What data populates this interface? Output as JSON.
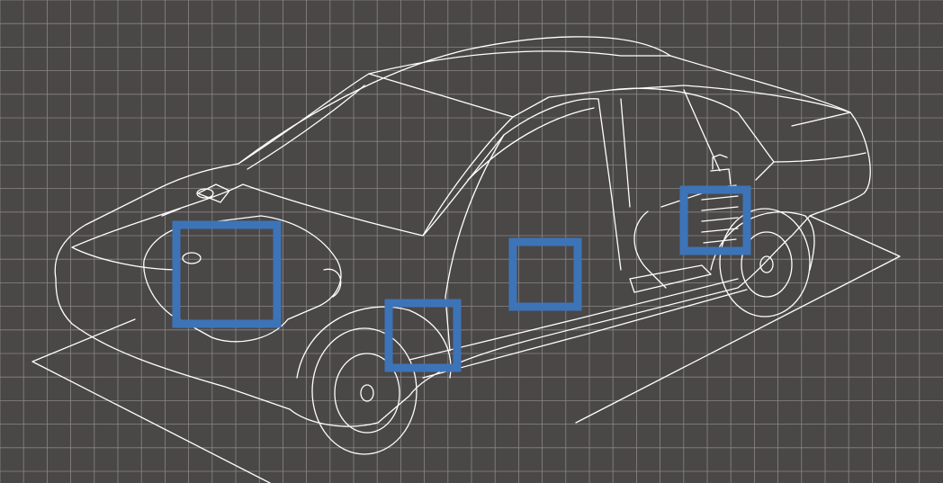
{
  "diagram": {
    "background_color": "#4a4747",
    "grid_color": "#8a8686",
    "line_color": "#ffffff",
    "highlight_color": "#3d74b8",
    "highlights": [
      {
        "name": "engine-bay-highlight"
      },
      {
        "name": "front-wheel-well-highlight"
      },
      {
        "name": "door-panel-highlight"
      },
      {
        "name": "rear-suspension-highlight"
      }
    ]
  }
}
